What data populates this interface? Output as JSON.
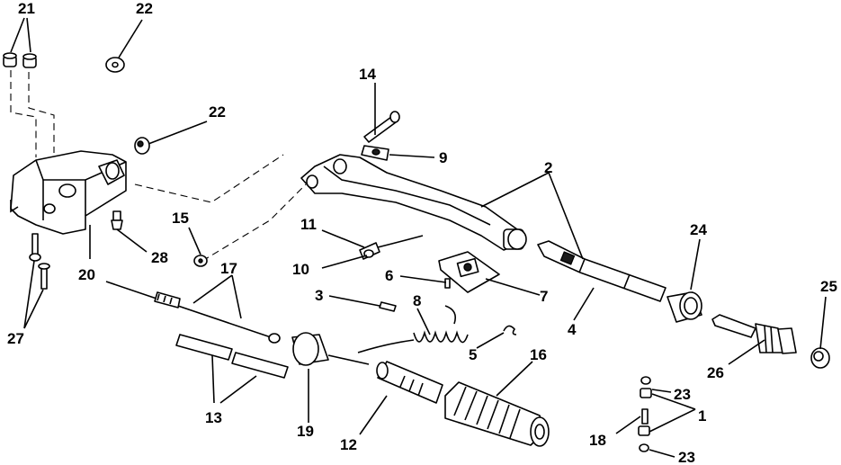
{
  "callouts": [
    "1",
    "2",
    "3",
    "4",
    "5",
    "6",
    "7",
    "8",
    "9",
    "10",
    "11",
    "12",
    "13",
    "14",
    "15",
    "16",
    "17",
    "18",
    "19",
    "20",
    "21",
    "22",
    "23",
    "24",
    "25",
    "26",
    "27",
    "28"
  ],
  "labels": {
    "l21": "21",
    "l22a": "22",
    "l22b": "22",
    "l14": "14",
    "l9": "9",
    "l2": "2",
    "l24": "24",
    "l25": "25",
    "l11": "11",
    "l15": "15",
    "l10": "10",
    "l6": "6",
    "l7": "7",
    "l3": "3",
    "l8": "8",
    "l4": "4",
    "l5": "5",
    "l16": "16",
    "l26": "26",
    "l17": "17",
    "l20": "20",
    "l28": "28",
    "l27": "27",
    "l13": "13",
    "l19": "19",
    "l12": "12",
    "l23a": "23",
    "l23b": "23",
    "l1": "1",
    "l18": "18"
  }
}
